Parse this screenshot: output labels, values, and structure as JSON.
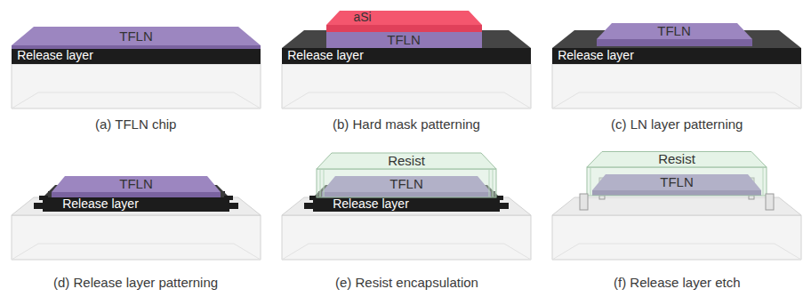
{
  "diagram": {
    "nodes": [
      {
        "text": [
          "TFLN"
        ]
      },
      {
        "text": [
          "Release layer"
        ]
      },
      {
        "text": [
          "aSi"
        ]
      },
      {
        "text": [
          "TFLN"
        ]
      },
      {
        "text": [
          "Release layer"
        ]
      },
      {
        "text": [
          "TFLN"
        ]
      },
      {
        "text": [
          "Release layer"
        ]
      },
      {
        "text": [
          "TFLN"
        ]
      },
      {
        "text": [
          "Release layer"
        ]
      },
      {
        "text": [
          "Resist"
        ]
      },
      {
        "text": [
          "TFLN"
        ]
      },
      {
        "text": [
          "Release layer"
        ]
      },
      {
        "text": [
          "Resist"
        ]
      },
      {
        "text": [
          "TFLN"
        ]
      }
    ],
    "labels": [
      "(a) TFLN chip",
      "(b) Hard mask patterning",
      "(c) LN layer patterning",
      "(d) Release layer patterning",
      "(e) Resist encapsulation",
      "(f) Release layer etch"
    ]
  }
}
